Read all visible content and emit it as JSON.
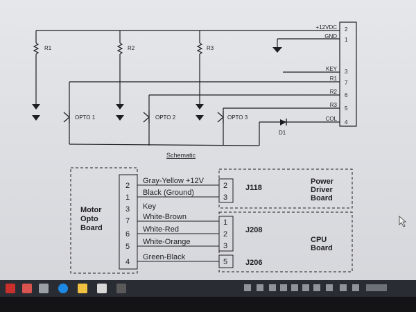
{
  "schematic": {
    "title": "Schematic",
    "resistors": [
      "R1",
      "R2",
      "R3"
    ],
    "optos": [
      "OPTO 1",
      "OPTO 2",
      "OPTO 3"
    ],
    "diode": "D1",
    "connector_pins": [
      {
        "label": "+12VDC",
        "pin": "2"
      },
      {
        "label": "GND",
        "pin": "1"
      },
      {
        "label": "KEY",
        "pin": "3"
      },
      {
        "label": "R1",
        "pin": "7"
      },
      {
        "label": "R2",
        "pin": "6"
      },
      {
        "label": "R3",
        "pin": "5"
      },
      {
        "label": "COL",
        "pin": "4"
      }
    ]
  },
  "wiring": {
    "left_board": [
      "Motor",
      "Opto",
      "Board"
    ],
    "left_pins": [
      "2",
      "1",
      "3",
      "7",
      "6",
      "5",
      "4"
    ],
    "wires": [
      "Gray-Yellow +12V",
      "Black (Ground)",
      "Key",
      "White-Brown",
      "White-Red",
      "White-Orange",
      "Green-Black"
    ],
    "connectors": {
      "j118": {
        "name": "J118",
        "pins": [
          "2",
          "3"
        ]
      },
      "j208": {
        "name": "J208",
        "pins": [
          "1",
          "2",
          "3"
        ]
      },
      "j206": {
        "name": "J206",
        "pins": [
          "5"
        ]
      }
    },
    "power_board": [
      "Power",
      "Driver",
      "Board"
    ],
    "cpu_board": [
      "CPU",
      "Board"
    ]
  },
  "colors": {
    "ink": "#1e1e22",
    "screen": "#e2e3e7",
    "taskbar": "#2a2c33"
  }
}
